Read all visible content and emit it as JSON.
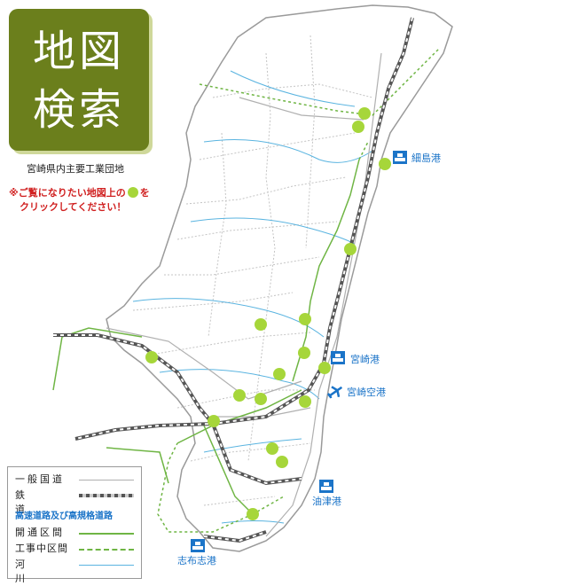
{
  "title": {
    "line1": "地図",
    "line2": "検索"
  },
  "subtitle": "宮崎県内主要工業団地",
  "instruction": {
    "line1_a": "※ご覧になりたい地図上の",
    "line1_b": "を",
    "line2": "クリックしてください！"
  },
  "ports": [
    {
      "name": "細島港",
      "icon": "port-icon"
    },
    {
      "name": "宮崎港",
      "icon": "port-icon"
    },
    {
      "name": "宮崎空港",
      "icon": "airplane-icon"
    },
    {
      "name": "油津港",
      "icon": "port-icon"
    },
    {
      "name": "志布志港",
      "icon": "port-icon"
    }
  ],
  "legend": {
    "general_road": "一般国道",
    "railway": "鉄道",
    "expressway_heading": "高速道路及び高規格道路",
    "open_section": "開通区間",
    "construction_section": "工事中区間",
    "river": "河川"
  },
  "colors": {
    "title_bg": "#6b7f1c",
    "site_dot": "#a6d63a",
    "road": "#b0b0b0",
    "railway": "#555555",
    "expressway": "#6fb544",
    "river": "#5ab4e0",
    "port_label": "#1b74c8",
    "instruction": "#d02020"
  }
}
